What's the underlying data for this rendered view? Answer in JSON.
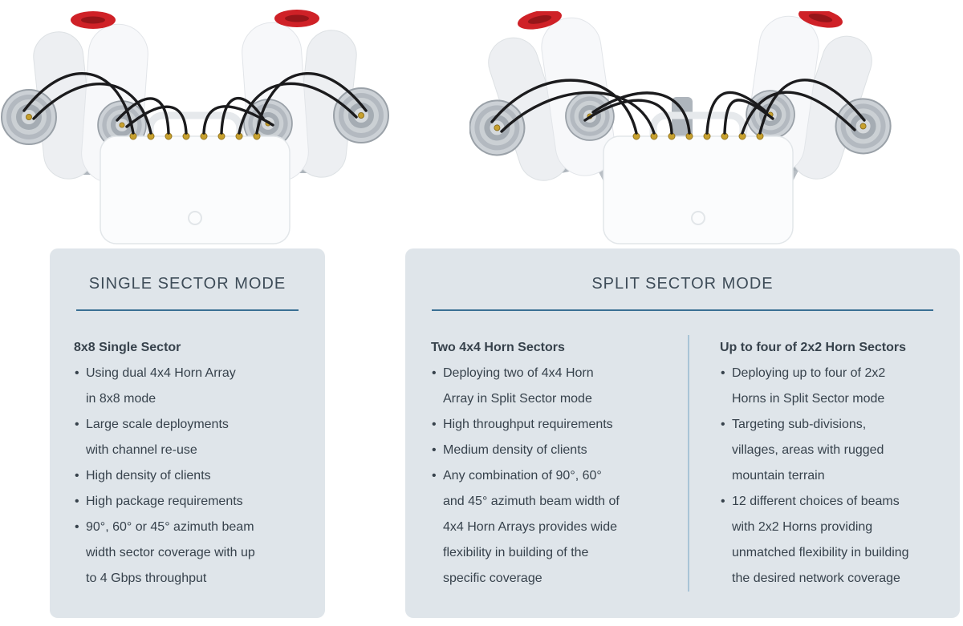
{
  "colors": {
    "card_bg": "#dfe5ea",
    "title": "#3e4c58",
    "text": "#37424c",
    "title_rule": "#3a6f94",
    "column_divider": "#a9c4d6",
    "handle_red": "#cf2127"
  },
  "cards": [
    {
      "title": "SINGLE SECTOR MODE",
      "columns": [
        {
          "heading": "8x8 Single Sector",
          "bullets": [
            [
              "Using dual 4x4 Horn Array",
              "in 8x8 mode"
            ],
            [
              "Large scale deployments",
              "with channel re-use"
            ],
            [
              "High density of clients"
            ],
            [
              "High package requirements"
            ],
            [
              "90°, 60° or 45° azimuth beam",
              "width sector coverage with up",
              "to 4 Gbps throughput"
            ]
          ]
        }
      ]
    },
    {
      "title": "SPLIT SECTOR MODE",
      "columns": [
        {
          "heading": "Two 4x4 Horn Sectors",
          "bullets": [
            [
              "Deploying two of 4x4 Horn",
              "Array in Split Sector mode"
            ],
            [
              "High throughput requirements"
            ],
            [
              "Medium density of clients"
            ],
            [
              "Any combination of 90°, 60°",
              "and 45° azimuth beam width of",
              "4x4 Horn Arrays provides wide",
              "flexibility in building of the",
              "specific coverage"
            ]
          ]
        },
        {
          "heading": "Up to four of 2x2 Horn Sectors",
          "bullets": [
            [
              "Deploying up to four of 2x2",
              "Horns in Split Sector mode"
            ],
            [
              "Targeting sub-divisions,",
              "villages, areas with rugged",
              "mountain terrain"
            ],
            [
              "12 different choices of beams",
              "with 2x2 Horns providing",
              "unmatched flexibility in building",
              "the desired network coverage"
            ]
          ]
        }
      ]
    }
  ]
}
